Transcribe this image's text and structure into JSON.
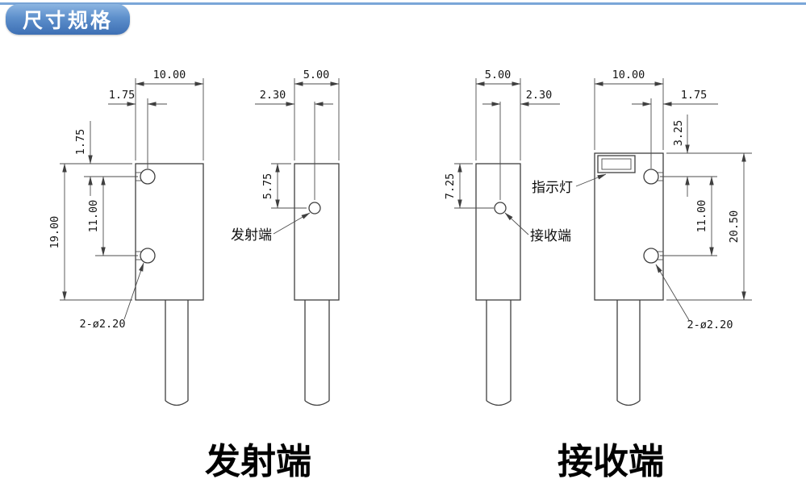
{
  "header": {
    "badge": "尺寸规格"
  },
  "views": {
    "emitter_front": {
      "width": "10.00",
      "hole_offset_x": "1.75",
      "hole_offset_y": "1.75",
      "hole_spacing": "11.00",
      "height": "19.00",
      "hole_note": "2-ø2.20"
    },
    "emitter_side": {
      "width": "5.00",
      "hole_offset": "2.30",
      "hole_from_top": "5.75",
      "callout": "发射端"
    },
    "receiver_side": {
      "width": "5.00",
      "hole_offset": "2.30",
      "hole_from_top": "7.25",
      "callout": "接收端"
    },
    "receiver_front": {
      "width": "10.00",
      "hole_offset_x": "1.75",
      "led_offset_y": "3.25",
      "hole_spacing": "11.00",
      "height": "20.50",
      "hole_note": "2-ø2.20",
      "led_callout": "指示灯"
    }
  },
  "footer": {
    "emitter_label": "发射端",
    "receiver_label": "接收端"
  }
}
